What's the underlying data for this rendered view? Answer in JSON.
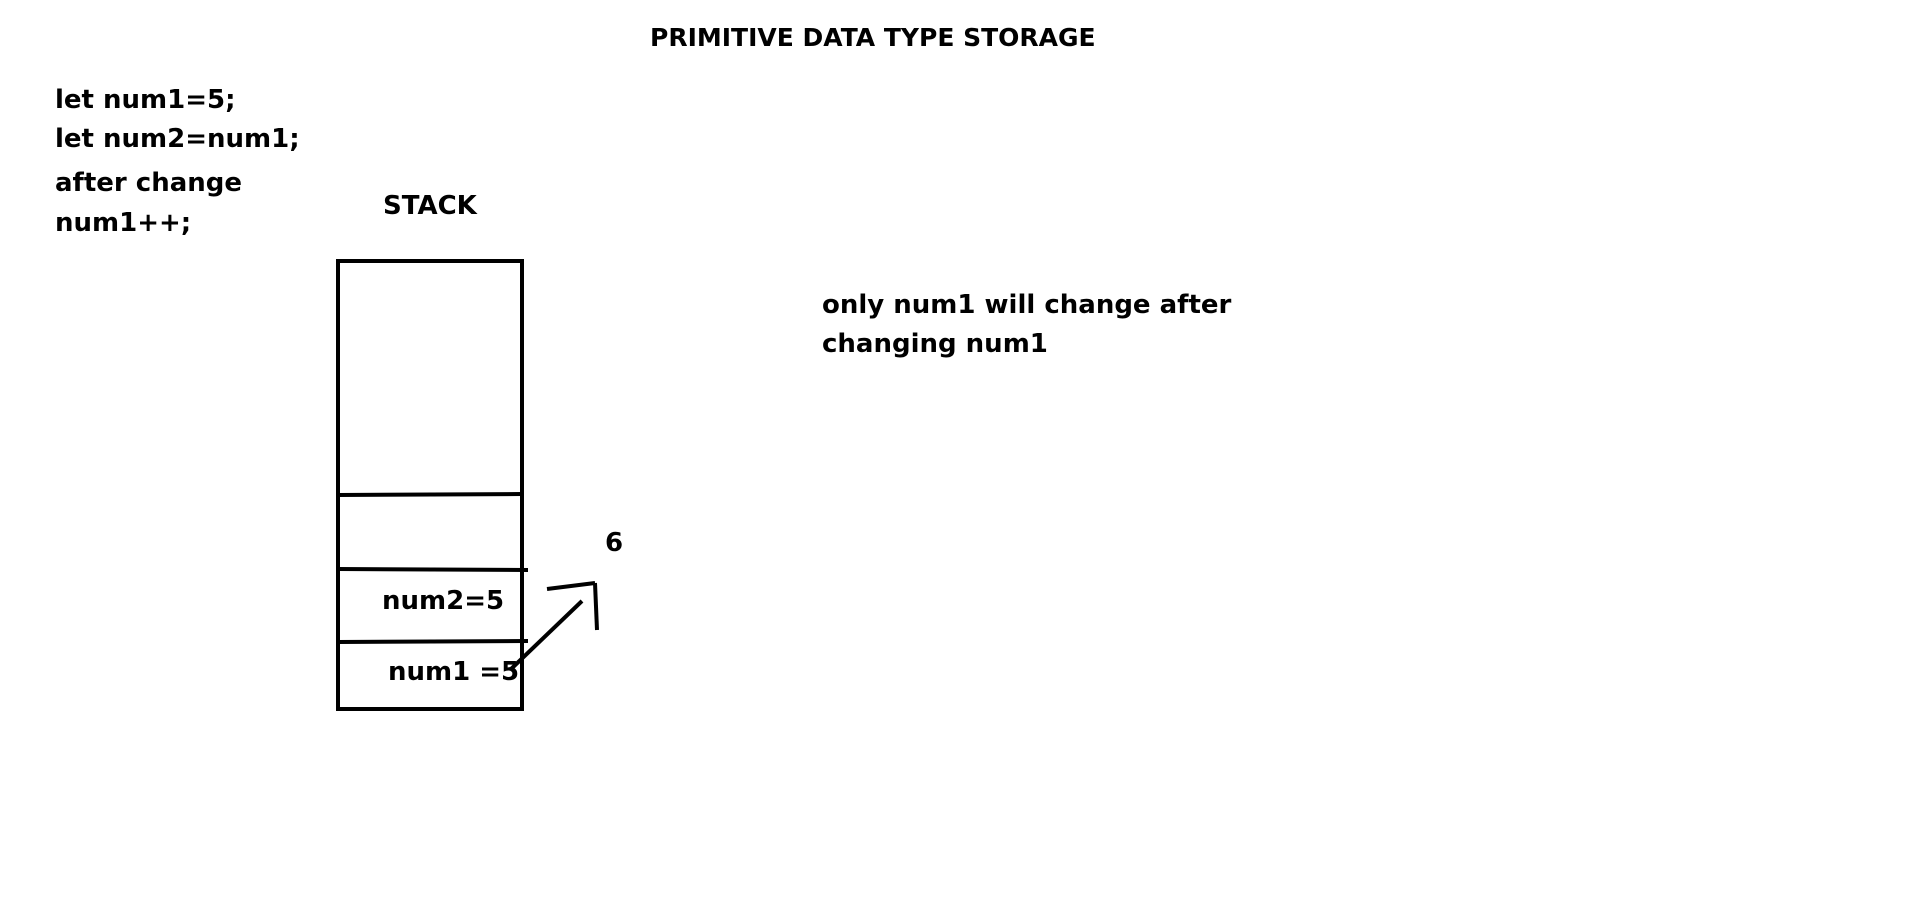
{
  "title": "PRIMITIVE DATA TYPE STORAGE",
  "code_lines": [
    "let num1=5;",
    "let num2=num1;",
    "after change",
    "num1++;"
  ],
  "stack": {
    "label": "STACK",
    "cells": [
      "num2=5",
      "num1 =5"
    ]
  },
  "annotation": {
    "new_value": "6"
  },
  "note_lines": [
    "only num1 will change after",
    "changing num1"
  ]
}
